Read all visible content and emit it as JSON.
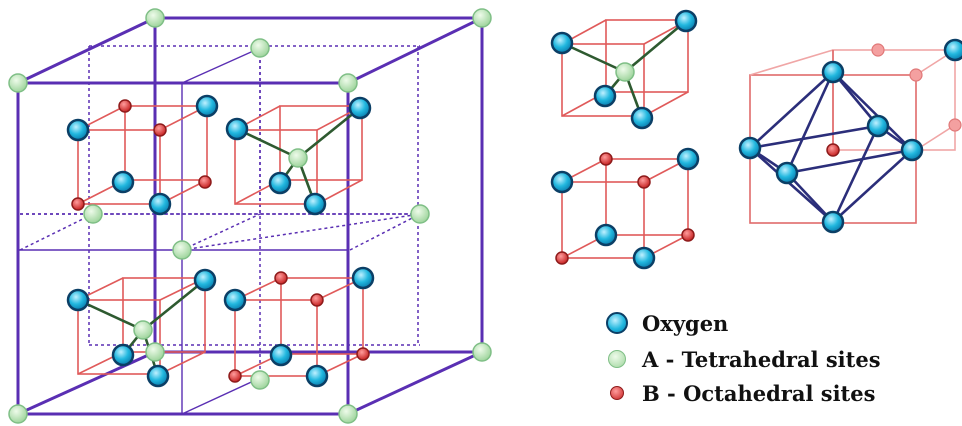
{
  "legend": {
    "oxygen": "Oxygen",
    "tetrahedral": "A - Tetrahedral sites",
    "octahedral": "B - Octahedral sites"
  },
  "colors": {
    "oxygen": "#22b8df",
    "oxygen_stroke": "#0b3f66",
    "tetrahedral": "#b8e4b4",
    "tetrahedral_stroke": "#7fbf86",
    "octahedral": "#e23a3a",
    "octahedral_stroke": "#8e1b1b",
    "big_cube": "#5a2fb3",
    "subcell": "#e05a5a",
    "bond": "#2e5a30",
    "octahedron": "#2b2e7a"
  }
}
